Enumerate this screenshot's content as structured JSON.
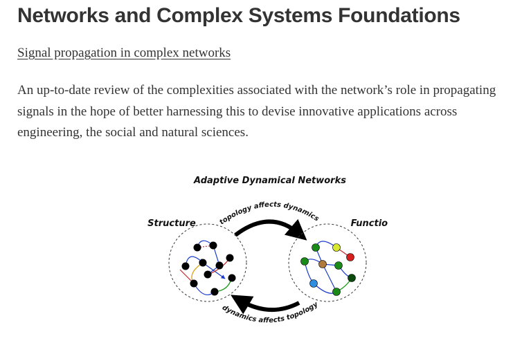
{
  "page": {
    "title": "Networks and Complex Systems Foundations",
    "link_text": "Signal propagation in complex networks",
    "description": "An up-to-date review of the complexities associated with the network’s role in propagating signals in the hope of better harnessing this to devise innovative applications across engineering, the social and natural sciences."
  },
  "figure": {
    "title": "Adaptive Dynamical Networks",
    "left_label": "Structure",
    "right_label": "Function",
    "top_arrow_label": "topology affects dynamics",
    "bottom_arrow_label": "dynamics affects topology",
    "node_colors_left": [
      "#000000"
    ],
    "node_colors_right": [
      "#1a8a1a",
      "#d8e830",
      "#d62020",
      "#b07a3a",
      "#2e8fe0",
      "#0a4a0a"
    ]
  }
}
